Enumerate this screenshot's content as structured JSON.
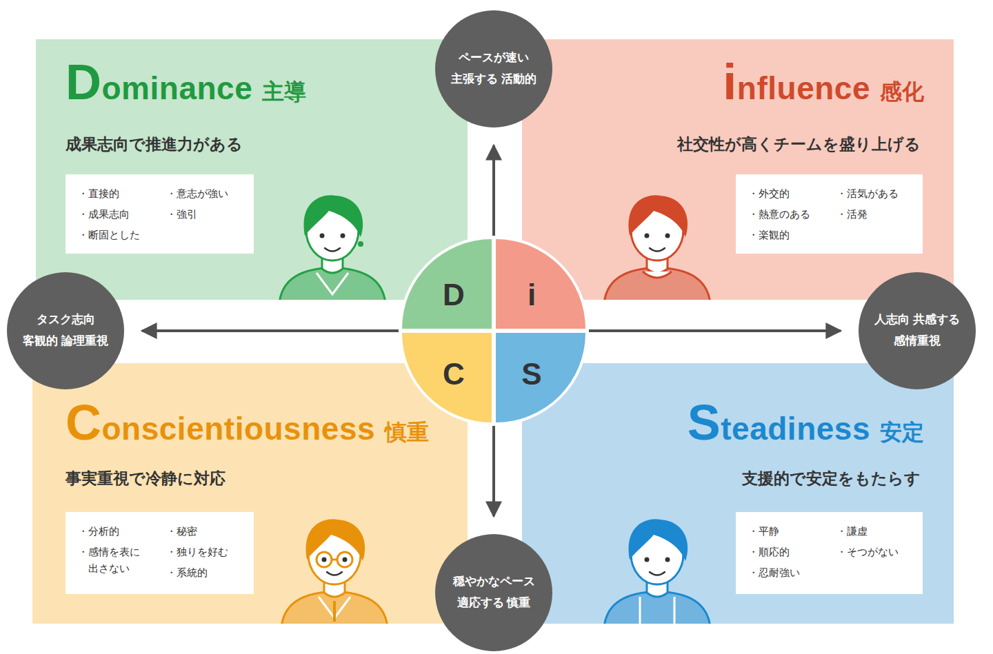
{
  "diagram": {
    "nodes": [
      {
        "text": [
          "Dominance",
          "主導",
          "成果志向で推進力がある"
        ]
      },
      {
        "text": [
          "・直接的",
          "・意志が強い",
          "・成果志向",
          "・強引",
          "・断固とした"
        ],
        "in": 0
      },
      {
        "text": [
          "ペースが速い 主張する 活動的"
        ]
      },
      {
        "text": [
          "influence",
          "感化",
          "社交性が高くチームを盛り上げる"
        ]
      },
      {
        "text": [
          "・外交的",
          "・活気がある",
          "・熱意のある",
          "・活発",
          "・楽観的"
        ],
        "in": 3
      },
      {
        "text": [
          "タスク志向 客観的 論理重視"
        ]
      },
      {
        "text": [
          "D"
        ]
      },
      {
        "text": [
          "i"
        ]
      },
      {
        "text": [
          "人志向 共感する 感情重視"
        ]
      },
      {
        "text": [
          "C"
        ]
      },
      {
        "text": [
          "S"
        ]
      },
      {
        "text": [
          "Conscientiousness",
          "慎重",
          "事実重視で冷静に対応"
        ]
      },
      {
        "text": [
          "・分析的",
          "・秘密",
          "・感情を表に 出さない",
          "・独りを好む",
          "・系統的"
        ],
        "in": 11
      },
      {
        "text": [
          "穏やかなペース 適応する 慎重"
        ]
      },
      {
        "text": [
          "Steadiness",
          "安定",
          "支援的で安定をもたらす"
        ]
      },
      {
        "text": [
          "・平静",
          "・謙虚",
          "・順応的",
          "・そつがない",
          "・忍耐強い"
        ],
        "in": 14
      }
    ],
    "edges": [
      {
        "from": 13,
        "to": 2,
        "arrow": "both"
      },
      {
        "from": 5,
        "to": 8,
        "arrow": "both"
      }
    ]
  }
}
